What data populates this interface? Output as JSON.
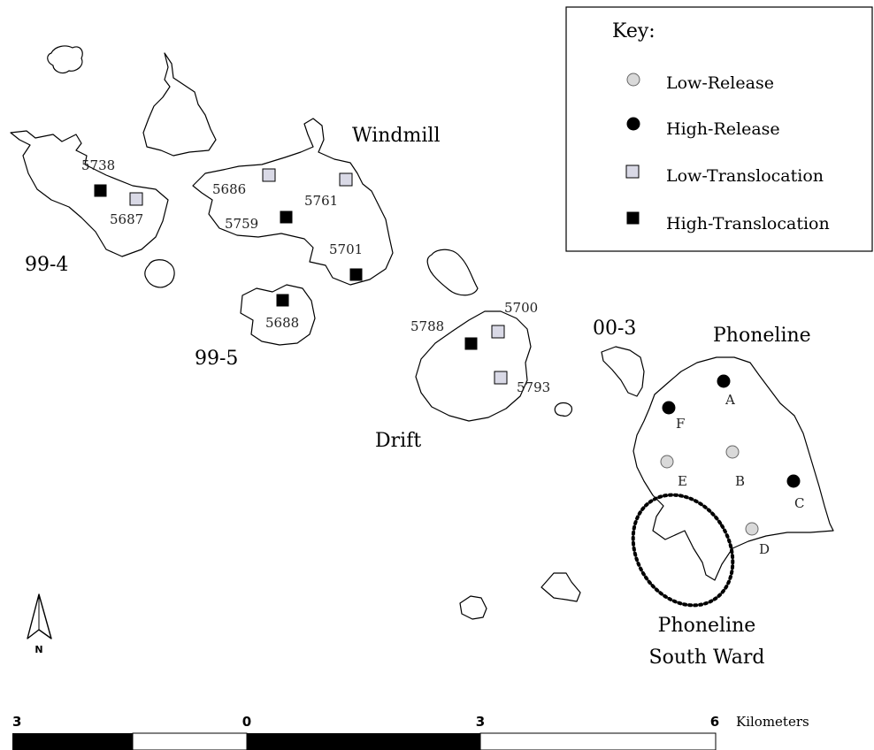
{
  "key": {
    "title": "Key:",
    "items": [
      {
        "symbol": "circle",
        "fill": "#d9d9d9",
        "label": "Low-Release"
      },
      {
        "symbol": "circle",
        "fill": "#000000",
        "label": "High-Release"
      },
      {
        "symbol": "square",
        "fill": "#d9d9e6",
        "label": "Low-Translocation"
      },
      {
        "symbol": "square",
        "fill": "#000000",
        "label": "High-Translocation"
      }
    ]
  },
  "areas": {
    "a99_4": "99-4",
    "a99_5": "99-5",
    "windmill": "Windmill",
    "drift": "Drift",
    "a00_3": "00-3",
    "phoneline": "Phoneline",
    "south_ward_1": "Phoneline",
    "south_ward_2": "South Ward"
  },
  "sites": {
    "s5738": {
      "label": "5738",
      "type": "High-Translocation"
    },
    "s5687": {
      "label": "5687",
      "type": "Low-Translocation"
    },
    "s5686": {
      "label": "5686",
      "type": "Low-Translocation"
    },
    "s5761": {
      "label": "5761",
      "type": "Low-Translocation"
    },
    "s5759": {
      "label": "5759",
      "type": "High-Translocation"
    },
    "s5701": {
      "label": "5701",
      "type": "High-Translocation"
    },
    "s5688": {
      "label": "5688",
      "type": "High-Translocation"
    },
    "s5700": {
      "label": "5700",
      "type": "Low-Translocation"
    },
    "s5788": {
      "label": "5788",
      "type": "High-Translocation"
    },
    "s5793": {
      "label": "5793",
      "type": "Low-Translocation"
    },
    "sA": {
      "label": "A",
      "type": "High-Release"
    },
    "sB": {
      "label": "B",
      "type": "Low-Release"
    },
    "sC": {
      "label": "C",
      "type": "High-Release"
    },
    "sD": {
      "label": "D",
      "type": "Low-Release"
    },
    "sE": {
      "label": "E",
      "type": "Low-Release"
    },
    "sF": {
      "label": "F",
      "type": "High-Release"
    }
  },
  "scale": {
    "ticks": [
      "3",
      "0",
      "3",
      "6"
    ],
    "unit": "Kilometers"
  },
  "north": "N"
}
